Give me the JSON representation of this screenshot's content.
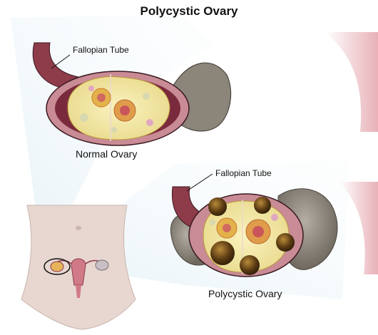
{
  "title": "Polycystic Ovary",
  "labels": {
    "normal_tube": "Fallopian Tube",
    "normal_ovary": "Normal Ovary",
    "poly_tube": "Fallopian Tube",
    "poly_ovary": "Polycystic Ovary"
  },
  "colors": {
    "tube_pink": "#e7b3b5",
    "tube_dark": "#8e3b4a",
    "ovary_outer": "#c98b95",
    "ovary_inner": "#7a2a3d",
    "stroma": "#f3e6a4",
    "follicle": "#d0d2a0",
    "cyst": "#3e2a10",
    "surround": "#8a8378",
    "beam": "#d6ecf4",
    "body": "#e7d7d0"
  }
}
